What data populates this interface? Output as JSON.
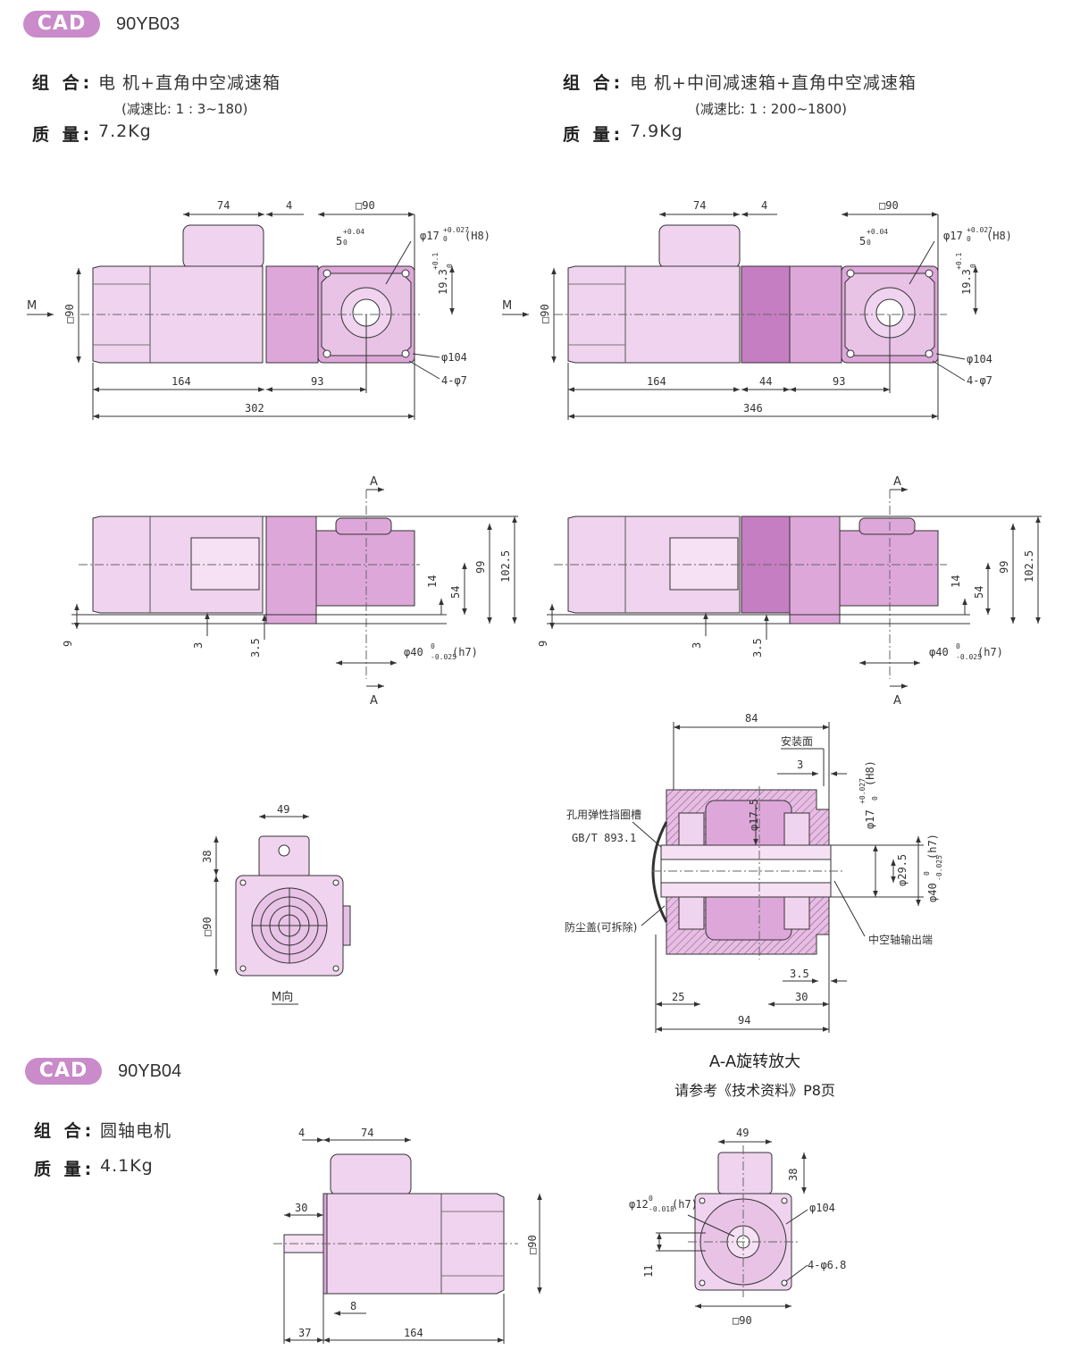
{
  "sections": [
    {
      "badge": "CAD",
      "model": "90YB03",
      "combo_label": "组 合:",
      "combo_value": "电 机+直角中空减速箱",
      "ratio_note": "(减速比: 1 : 3~180)",
      "mass_label": "质 量:",
      "mass_value": "7.2Kg"
    },
    {
      "combo_label": "组 合:",
      "combo_value": "电 机+中间减速箱+直角中空减速箱",
      "ratio_note": "(减速比: 1 : 200~1800)",
      "mass_label": "质 量:",
      "mass_value": "7.9Kg"
    },
    {
      "badge": "CAD",
      "model": "90YB04",
      "combo_label": "组 合:",
      "combo_value": "圆轴电机",
      "mass_label": "质 量:",
      "mass_value": "4.1Kg"
    }
  ],
  "drawings": {
    "top_left": {
      "dims": [
        "74",
        "4",
        "□90",
        "5",
        "+0.04",
        "0",
        "φ17",
        "+0.027",
        "0",
        "(H8)",
        "19.3",
        "+0.1",
        "0",
        "M",
        "□90",
        "φ104",
        "4-φ7",
        "164",
        "93",
        "302"
      ]
    },
    "top_right": {
      "dims": [
        "74",
        "4",
        "□90",
        "5",
        "+0.04",
        "0",
        "φ17",
        "+0.027",
        "0",
        "(H8)",
        "19.3",
        "+0.1",
        "0",
        "M",
        "□90",
        "φ104",
        "4-φ7",
        "164",
        "44",
        "93",
        "346"
      ]
    },
    "side_left": {
      "dims": [
        "A",
        "A",
        "14",
        "54",
        "99",
        "102.5",
        "9",
        "3",
        "3.5",
        "φ40",
        "0",
        "-0.025",
        "(h7)"
      ]
    },
    "side_right": {
      "dims": [
        "A",
        "A",
        "14",
        "54",
        "99",
        "102.5",
        "9",
        "3",
        "3.5",
        "φ40",
        "0",
        "-0.025",
        "(h7)"
      ]
    },
    "m_view": {
      "dims": [
        "49",
        "38",
        "□90",
        "M向"
      ]
    },
    "section_aa": {
      "dims": [
        "84",
        "安装面",
        "3",
        "孔用弹性挡圈槽",
        "GB/T 893.1",
        "φ17.5",
        "φ17",
        "+0.027",
        "0",
        "(H8)",
        "φ29.5",
        "φ40",
        "0",
        "-0.025",
        "(h7)",
        "防尘盖(可拆除)",
        "中空轴输出端",
        "3.5",
        "25",
        "30",
        "94"
      ],
      "caption": "A-A旋转放大",
      "reference": "请参考《技术资料》P8页"
    },
    "round_side": {
      "dims": [
        "4",
        "74",
        "30",
        "□90",
        "8",
        "37",
        "164"
      ]
    },
    "round_front": {
      "dims": [
        "49",
        "38",
        "φ12",
        "0",
        "-0.018",
        "(h7)",
        "φ104",
        "11",
        "4-φ6.8",
        "□90"
      ]
    }
  },
  "colors": {
    "badge": "#c98bc9",
    "body_light": "#f0d3ef",
    "body_mid": "#dea7da",
    "body_dark": "#c57ec2",
    "line": "#333333"
  }
}
